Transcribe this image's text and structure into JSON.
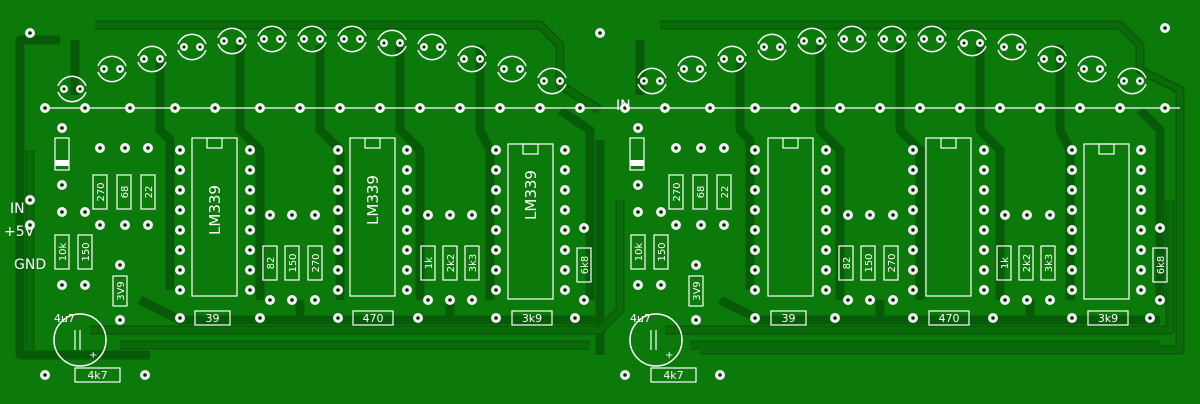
{
  "board": {
    "colors": {
      "board": "#0b7a0b",
      "trace": "#0a6a0a",
      "trace_edge": "#075a07",
      "silk": "#ffffff",
      "pad": "#f0f0f0",
      "hole": "#062a06"
    },
    "input_labels": {
      "in": "IN",
      "plus5v": "+5V",
      "gnd": "GND",
      "in_right": "IN"
    },
    "left": {
      "ic1": "LM339",
      "ic2": "LM339",
      "ic3": "LM339",
      "r_top": [
        "270",
        "68",
        "22"
      ],
      "r_input": [
        "10k",
        "150"
      ],
      "zener": "3V9",
      "cap": "4u7",
      "cap_plus": "+",
      "r_bottom": "4k7",
      "r_group1": [
        "82",
        "150",
        "270"
      ],
      "r_group2": [
        "1k",
        "2k2",
        "3k3"
      ],
      "r_6k8": "6k8",
      "r_horiz": [
        "39",
        "470",
        "3k9"
      ]
    },
    "right": {
      "r_top": [
        "270",
        "68",
        "22"
      ],
      "r_input": [
        "10k",
        "150"
      ],
      "zener": "3V9",
      "cap": "4u7",
      "cap_plus": "+",
      "r_bottom": "4k7",
      "r_group1": [
        "82",
        "150",
        "270"
      ],
      "r_group2": [
        "1k",
        "2k2",
        "3k3"
      ],
      "r_6k8": "6k8",
      "r_horiz": [
        "39",
        "470",
        "3k9"
      ]
    }
  }
}
